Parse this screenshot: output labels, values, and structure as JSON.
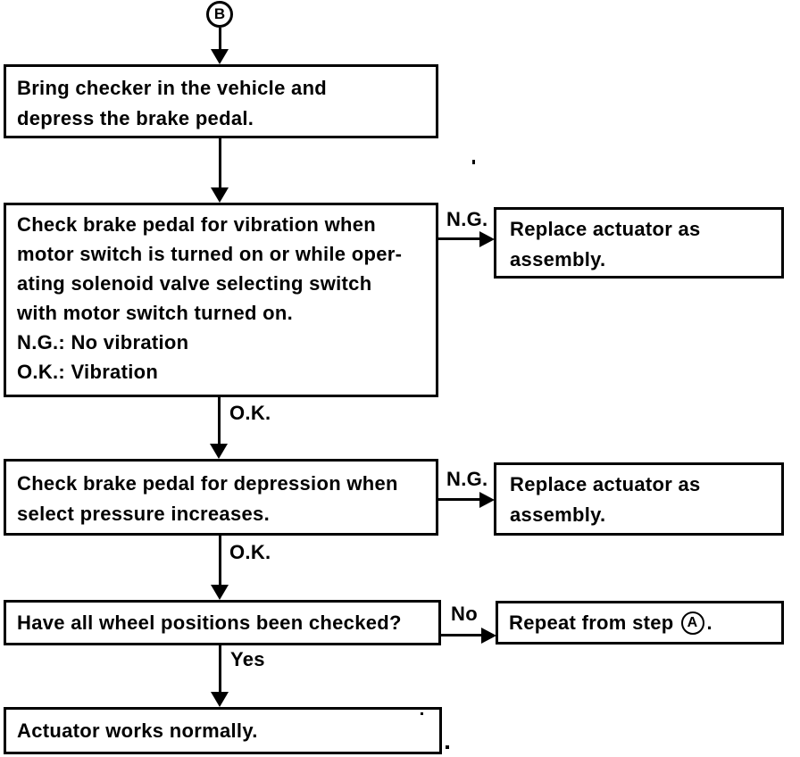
{
  "flowchart": {
    "entry_connector_label": "B",
    "boxes": {
      "bring_checker": {
        "line1": "Bring checker in the vehicle and",
        "line2": "depress the brake pedal."
      },
      "check_vibration": {
        "line1": "Check brake pedal for vibration when",
        "line2": "motor switch is turned on or while oper-",
        "line3": "ating solenoid valve selecting switch",
        "line4": "with motor switch turned on.",
        "line5": "N.G.: No vibration",
        "line6": "O.K.: Vibration"
      },
      "replace_actuator_1": {
        "line1": "Replace actuator as",
        "line2": "assembly."
      },
      "check_depression": {
        "line1": "Check brake pedal for depression when",
        "line2": "select pressure increases."
      },
      "replace_actuator_2": {
        "line1": "Replace actuator as",
        "line2": "assembly."
      },
      "wheel_positions": {
        "line1": "Have all wheel positions been checked?"
      },
      "repeat_step": {
        "prefix": "Repeat from step",
        "circle_label": "A",
        "suffix": "."
      },
      "actuator_normal": {
        "line1": "Actuator works normally."
      }
    },
    "branch_labels": {
      "ng1": "N.G.",
      "ok1": "O.K.",
      "ng2": "N.G.",
      "ok2": "O.K.",
      "no": "No",
      "yes": "Yes"
    },
    "colors": {
      "ink": "#000000",
      "background": "#ffffff"
    }
  }
}
